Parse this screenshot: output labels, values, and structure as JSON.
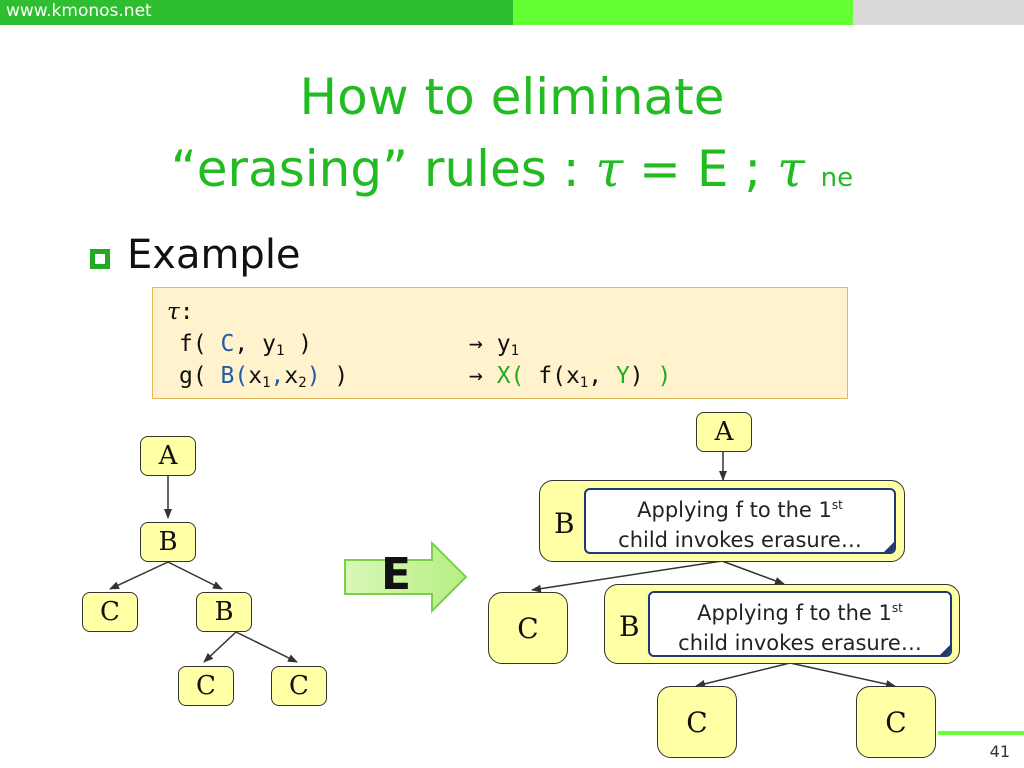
{
  "header": {
    "site": "www.kmonos.net"
  },
  "title": {
    "line1": "How to eliminate",
    "line2_prefix": "“erasing” rules : ",
    "tau": "τ",
    "line2_mid": " = E ; ",
    "subscript": "ne"
  },
  "bullet": {
    "text": "Example"
  },
  "code": {
    "tau_label": "τ",
    "colon": ":",
    "r1_lhs_pre": "f( ",
    "r1_lhs_c": "C",
    "r1_lhs_mid": ", y",
    "r1_sub1": "1",
    "r1_lhs_end": " )",
    "arrow": "→",
    "r1_rhs": " y",
    "r1_rhs_sub": "1",
    "r2_lhs_pre": "g( ",
    "r2_lhs_b": "B(",
    "r2_x": "x",
    "r2_sub1": "1",
    "r2_comma": ",",
    "r2_x2": "x",
    "r2_sub2": "2",
    "r2_bclose": ")",
    "r2_lhs_end": " )",
    "r2_rhs_x": " X(",
    "r2_rhs_f": " f(x",
    "r2_rhs_sub": "1",
    "r2_rhs_comma": ",",
    "r2_rhs_y": " Y",
    "r2_rhs_close1": ")",
    "r2_rhs_close2": " )"
  },
  "left_tree": {
    "a": "A",
    "b1": "B",
    "c1": "C",
    "b2": "B",
    "c2": "C",
    "c3": "C"
  },
  "transform": {
    "label": "E"
  },
  "right_tree": {
    "a": "A",
    "b1": "B",
    "b2": "B",
    "c1": "C",
    "c2": "C",
    "c3": "C",
    "callout_line1": "Applying f to the 1",
    "callout_sup": "st",
    "callout_line2": "child invokes erasure…"
  },
  "colors": {
    "accent_green": "#22bb22",
    "bright_green": "#66ff33",
    "node_fill": "#ffffa6",
    "code_bg": "#fff2cc",
    "code_blue": "#1f5fa8"
  },
  "footer": {
    "page": "41"
  }
}
